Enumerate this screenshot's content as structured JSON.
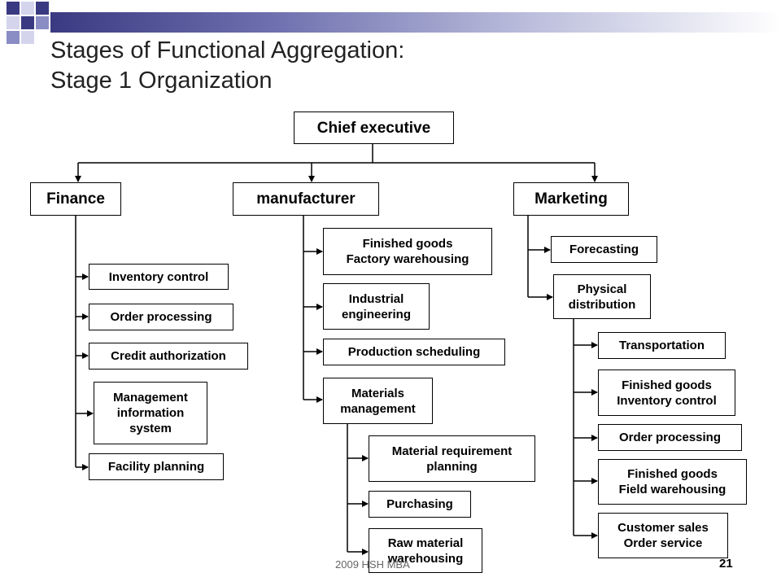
{
  "slide": {
    "title_line1": "Stages of Functional Aggregation:",
    "title_line2": "Stage 1 Organization",
    "footer_text": "2009  HSH MBA",
    "page_number": "21",
    "colors": {
      "band_dark": "#3a3a82",
      "band_light": "#b4b6d8",
      "line": "#000000"
    }
  },
  "org": {
    "root": "Chief executive",
    "finance": {
      "label": "Finance",
      "items": [
        "Inventory control",
        "Order processing",
        "Credit authorization",
        "Management\ninformation\nsystem",
        "Facility planning"
      ]
    },
    "manufacturer": {
      "label": "manufacturer",
      "items": [
        "Finished goods\nFactory warehousing",
        "Industrial\nengineering",
        "Production scheduling",
        "Materials\nmanagement"
      ],
      "materials_items": [
        "Material requirement\nplanning",
        "Purchasing",
        "Raw material\nwarehousing"
      ]
    },
    "marketing": {
      "label": "Marketing",
      "items": [
        "Forecasting",
        "Physical\ndistribution"
      ],
      "distribution_items": [
        "Transportation",
        "Finished goods\nInventory control",
        "Order processing",
        "Finished goods\nField warehousing",
        "Customer sales\nOrder service"
      ]
    }
  }
}
